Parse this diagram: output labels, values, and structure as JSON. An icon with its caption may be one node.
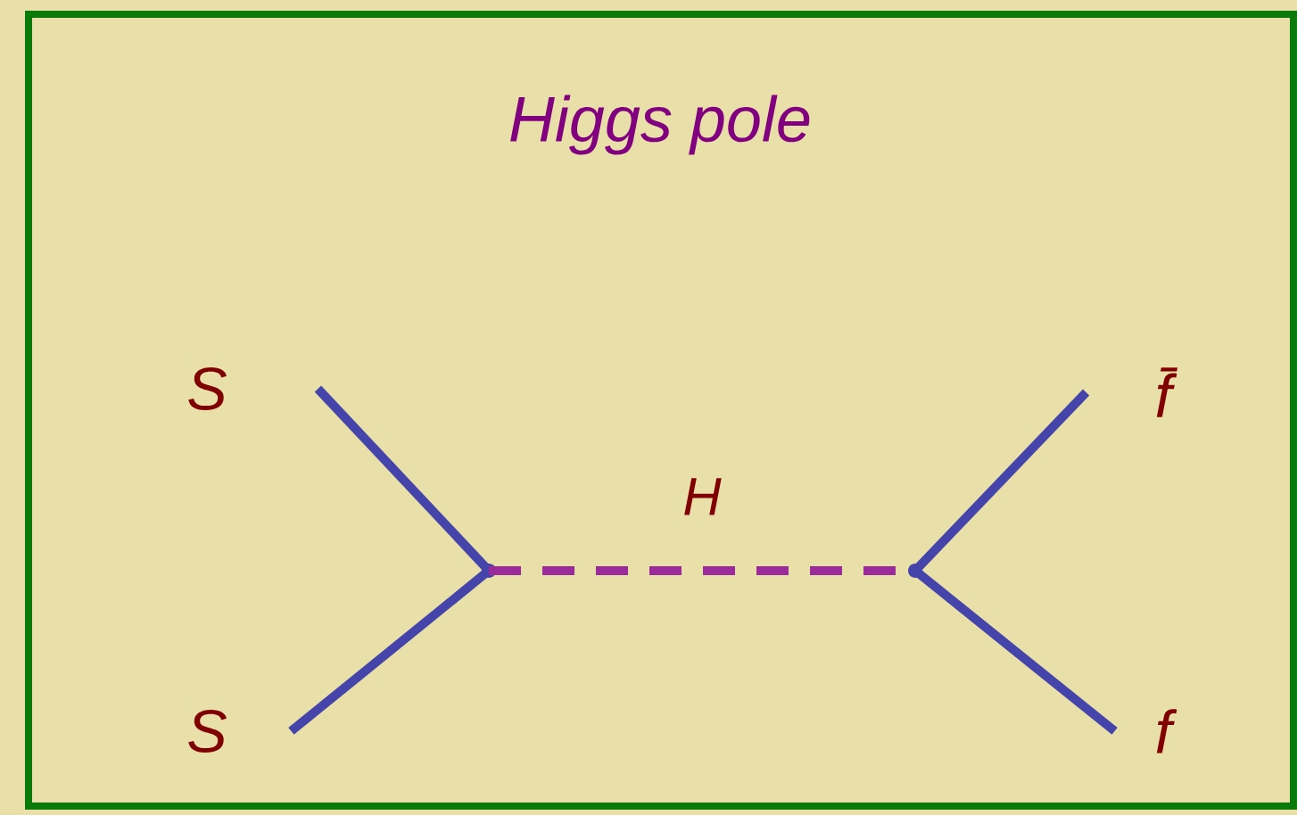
{
  "diagram": {
    "title": "Higgs pole",
    "nodes": [
      {
        "text": [],
        "shape": "box"
      },
      {
        "text": [
          "S"
        ],
        "in": 0
      },
      {
        "text": [
          "S"
        ],
        "in": 0
      },
      {
        "text": [],
        "shape": "dot",
        "in": 0
      },
      {
        "text": [],
        "shape": "dot",
        "in": 0
      },
      {
        "text": [
          "f̄"
        ],
        "in": 0
      },
      {
        "text": [
          "f"
        ],
        "in": 0
      }
    ],
    "edges": [
      {
        "from": 1,
        "to": 3,
        "arrow": "none"
      },
      {
        "from": 2,
        "to": 3,
        "arrow": "none"
      },
      {
        "from": 3,
        "to": 4,
        "arrow": "none",
        "label": "H",
        "style": "dashed",
        "color": "#9b2a9b"
      },
      {
        "from": 4,
        "to": 5,
        "arrow": "none"
      },
      {
        "from": 4,
        "to": 6,
        "arrow": "none"
      }
    ]
  }
}
